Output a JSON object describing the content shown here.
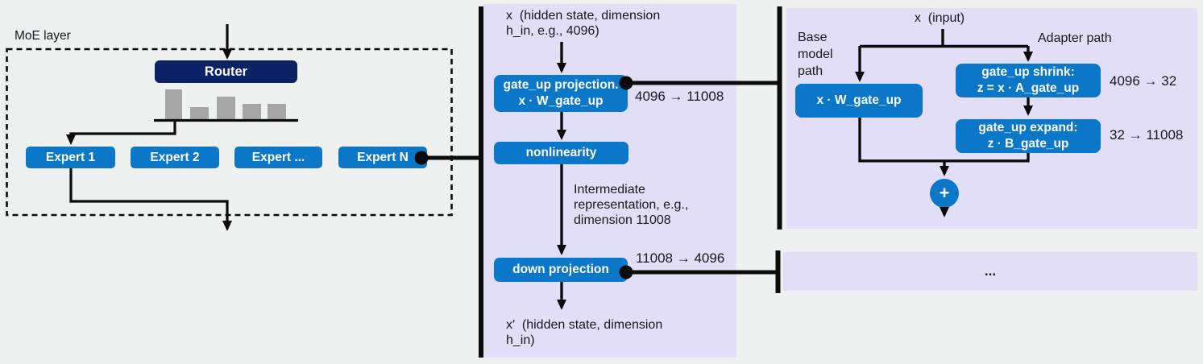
{
  "colors": {
    "blue": "#0A77C8",
    "navy": "#0B2265",
    "lavender": "#E3DEF7",
    "bar_gray": "#A6A6A6",
    "background": "#EFF1F0",
    "line": "#0B0B0B",
    "text": "#16191F"
  },
  "moe_layer": {
    "title": "MoE layer",
    "router_label": "Router",
    "router_bars": [
      38,
      16,
      29,
      20,
      20
    ],
    "experts": [
      "Expert 1",
      "Expert 2",
      "Expert ...",
      "Expert N"
    ]
  },
  "expert_panel": {
    "input": "x  (hidden state, dimension\nh_in, e.g., 4096)",
    "gate_up_box": "gate_up projection.\nx · W_gate_up",
    "gate_up_dims": "4096 → 11008",
    "nonlinearity_box": "nonlinearity",
    "intermediate": "Intermediate\nrepresentation, e.g.,\ndimension 11008",
    "down_box": "down projection",
    "down_dims": "11008 → 4096",
    "output": "x′  (hidden state, dimension\nh_in)"
  },
  "adapter_panel": {
    "input": "x  (input)",
    "base_path_label": "Base\nmodel\npath",
    "adapter_path_label": "Adapter path",
    "base_box": "x · W_gate_up",
    "shrink_box": "gate_up shrink:\nz = x · A_gate_up",
    "shrink_dims": "4096 → 32",
    "expand_box": "gate_up expand:\nz · B_gate_up",
    "expand_dims": "32 → 11008",
    "plus": "+"
  },
  "more_panel": {
    "ellipsis": "..."
  }
}
